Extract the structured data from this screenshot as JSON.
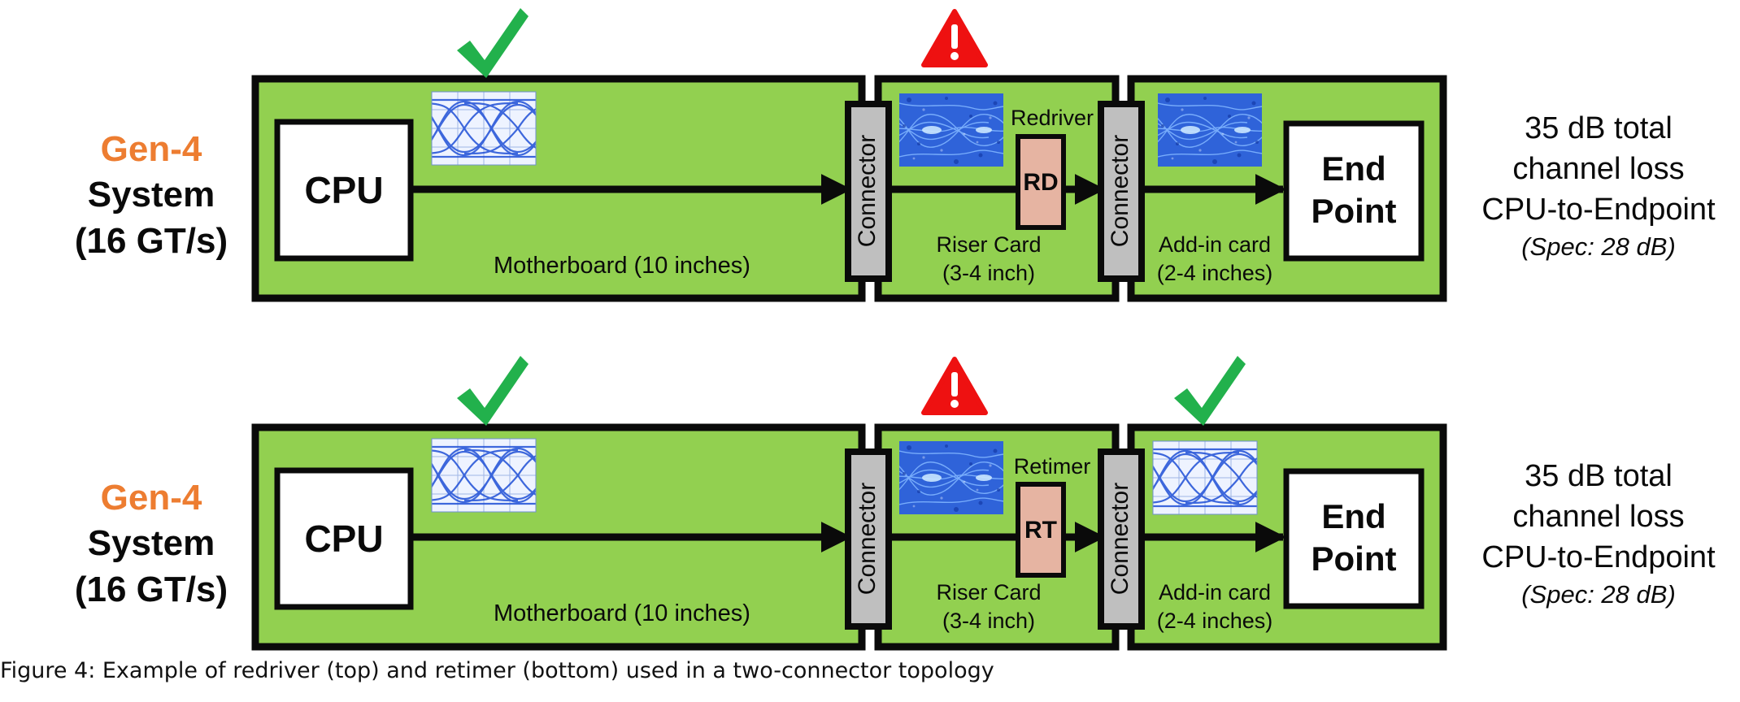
{
  "colors": {
    "board_fill": "#92d050",
    "board_stroke": "#0a0a0a",
    "gen_label": "#ed7d31",
    "check": "#22b14c",
    "warning": "#ee1111",
    "connector_fill": "#bfbfbf",
    "chip_fill": "#e6b4a2",
    "eye_blue": "#1f4fd6"
  },
  "rows": [
    {
      "gen_label": "Gen-4",
      "system_label": "System",
      "rate_label": "(16 GT/s)",
      "cpu_label": "CPU",
      "motherboard_label": "Motherboard (10 inches)",
      "connector1_label": "Connector",
      "connector2_label": "Connector",
      "device_title": "Redriver",
      "device_chip": "RD",
      "riser_label_1": "Riser Card",
      "riser_label_2": "(3-4 inch)",
      "addin_label_1": "Add-in card",
      "addin_label_2": "(2-4 inches)",
      "endpoint_label_1": "End",
      "endpoint_label_2": "Point",
      "loss_line_1": "35 dB total",
      "loss_line_2": "channel loss",
      "loss_line_3": "CPU-to-Endpoint",
      "spec_line": "(Spec: 28 dB)",
      "status_icons": [
        "check-icon",
        "warning-icon",
        "none"
      ],
      "eye_quality": [
        "clean",
        "noisy",
        "noisy"
      ]
    },
    {
      "gen_label": "Gen-4",
      "system_label": "System",
      "rate_label": "(16 GT/s)",
      "cpu_label": "CPU",
      "motherboard_label": "Motherboard (10 inches)",
      "connector1_label": "Connector",
      "connector2_label": "Connector",
      "device_title": "Retimer",
      "device_chip": "RT",
      "riser_label_1": "Riser Card",
      "riser_label_2": "(3-4 inch)",
      "addin_label_1": "Add-in card",
      "addin_label_2": "(2-4 inches)",
      "endpoint_label_1": "End",
      "endpoint_label_2": "Point",
      "loss_line_1": "35 dB total",
      "loss_line_2": "channel loss",
      "loss_line_3": "CPU-to-Endpoint",
      "spec_line": "(Spec: 28 dB)",
      "status_icons": [
        "check-icon",
        "warning-icon",
        "check-icon"
      ],
      "eye_quality": [
        "clean",
        "noisy",
        "clean"
      ]
    }
  ],
  "caption": "Figure 4: Example of redriver (top) and retimer (bottom) used in a two-connector topology"
}
